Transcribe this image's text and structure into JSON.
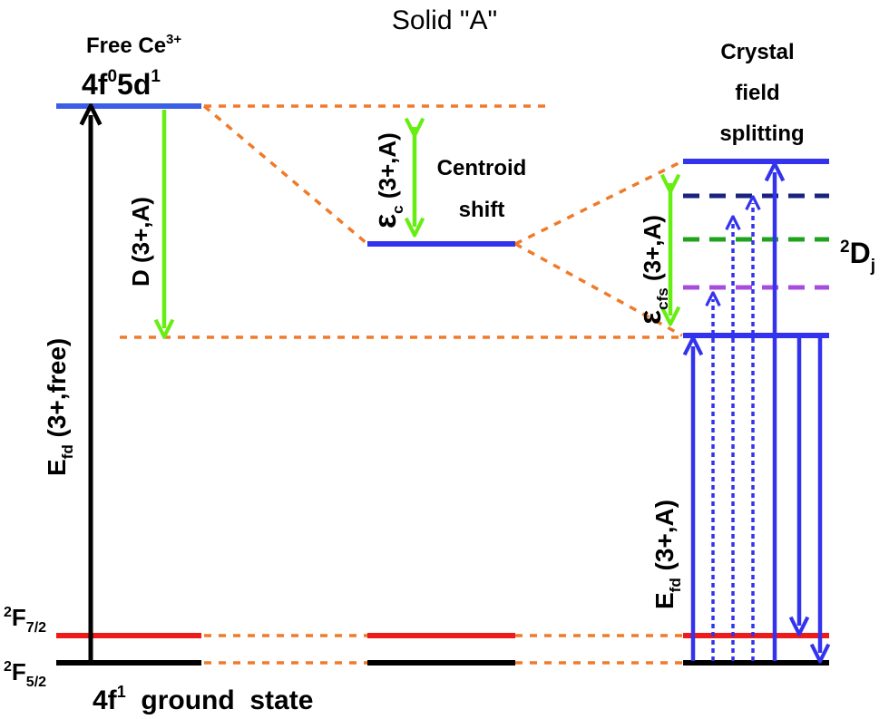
{
  "title": "Solid \"A\"",
  "free_ion": {
    "label": "Free Ce",
    "sup": "3+",
    "config": "4f",
    "config_sup0": "0",
    "config_mid": "5d",
    "config_sup1": "1"
  },
  "crystal_field": {
    "line1": "Crystal",
    "line2": "field",
    "line3": "splitting"
  },
  "centroid": {
    "line1": "Centroid",
    "line2": "shift"
  },
  "labels": {
    "D_main": "D (3+,A)",
    "eps_c_main": "ε",
    "eps_c_sub": "c",
    "eps_c_rest": " (3+,A)",
    "eps_cfs_main": "ε",
    "eps_cfs_sub": "cfs",
    "eps_cfs_rest": " (3+,A)",
    "Efd_free_main": "E",
    "Efd_free_sub": "fd",
    "Efd_free_rest": " (3+,free)",
    "Efd_A_main": "E",
    "Efd_A_sub": "fd",
    "Efd_A_rest": " (3+,A)",
    "Dj_sup": "2",
    "Dj_main": "D",
    "Dj_sub": "j",
    "F72_sup": "2",
    "F72_main": "F",
    "F72_sub": "7/2",
    "F52_sup": "2",
    "F52_main": "F",
    "F52_sub": "5/2",
    "ground_main": "4f",
    "ground_sup": "1",
    "ground_rest": "  ground  state"
  },
  "colors": {
    "blue": "#3333ee",
    "free_level": "#3a5fe6",
    "navy": "#1a237e",
    "green_dashed": "#1fa31f",
    "purple": "#a64ddc",
    "red": "#ee1b1b",
    "black": "#000000",
    "bright_green": "#66ee11",
    "orange": "#f07a2a"
  }
}
